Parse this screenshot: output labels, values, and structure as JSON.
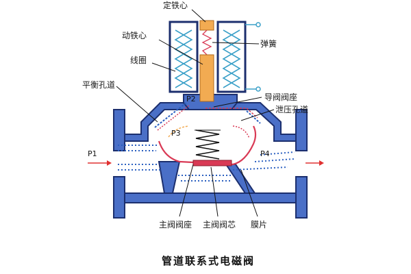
{
  "labels": {
    "fixed_core": "定铁心",
    "moving_core": "动铁心",
    "spring": "弹簧",
    "coil": "线圈",
    "balance_hole": "平衡孔道",
    "pilot_seat": "导阀阀座",
    "relief_hole": "泄压孔道",
    "main_seat": "主阀阀座",
    "main_core": "主阀阀芯",
    "diaphragm": "膜片"
  },
  "ports": {
    "p1": "P1",
    "p2": "P2",
    "p3": "P3",
    "p4": "P4"
  },
  "caption": "管道联系式电磁阀",
  "colors": {
    "valve_body": "#4a6fc7",
    "valve_outline": "#1c2f6e",
    "core": "#f2ab52",
    "coil_wire": "#3aa0c8",
    "flow_arrow": "#e03030",
    "diaphragm": "#d93a55",
    "flow_marks": "#2a5fc0"
  }
}
